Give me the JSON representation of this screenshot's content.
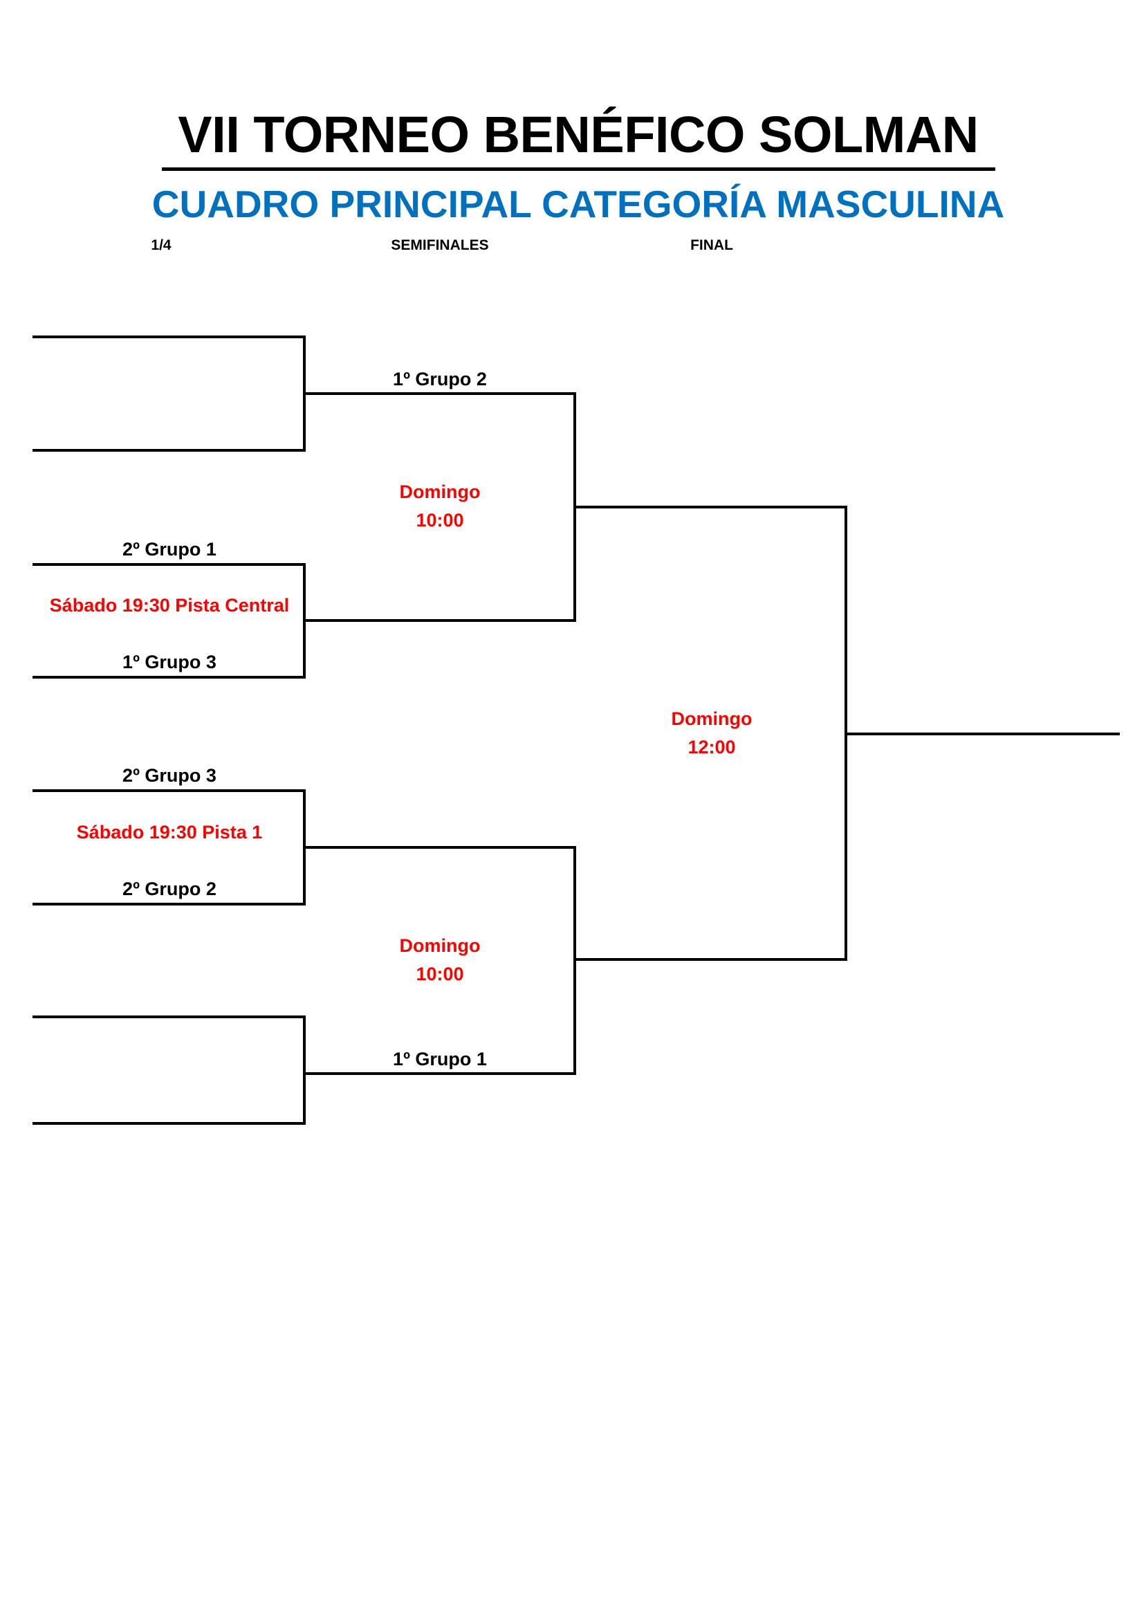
{
  "header": {
    "title": "VII TORNEO BENÉFICO SOLMAN",
    "subtitle": "CUADRO PRINCIPAL CATEGORÍA MASCULINA"
  },
  "rounds": {
    "quarter": "1/4",
    "semi": "SEMIFINALES",
    "final": "FINAL"
  },
  "quarterfinals": {
    "qf2_top": "2º Grupo 1",
    "qf2_schedule": "Sábado 19:30 Pista Central",
    "qf2_bottom": "1º Grupo 3",
    "qf3_top": "2º Grupo 3",
    "qf3_schedule": "Sábado 19:30 Pista 1",
    "qf3_bottom": "2º Grupo 2"
  },
  "semifinals": {
    "sf1_top": "1º Grupo 2",
    "sf1_day": "Domingo",
    "sf1_time": "10:00",
    "sf2_day": "Domingo",
    "sf2_time": "10:00",
    "sf2_bottom": "1º Grupo 1"
  },
  "final": {
    "day": "Domingo",
    "time": "12:00"
  },
  "colors": {
    "title": "#000000",
    "subtitle": "#0070c0",
    "schedule": "#ff0000",
    "lines": "#000000"
  }
}
